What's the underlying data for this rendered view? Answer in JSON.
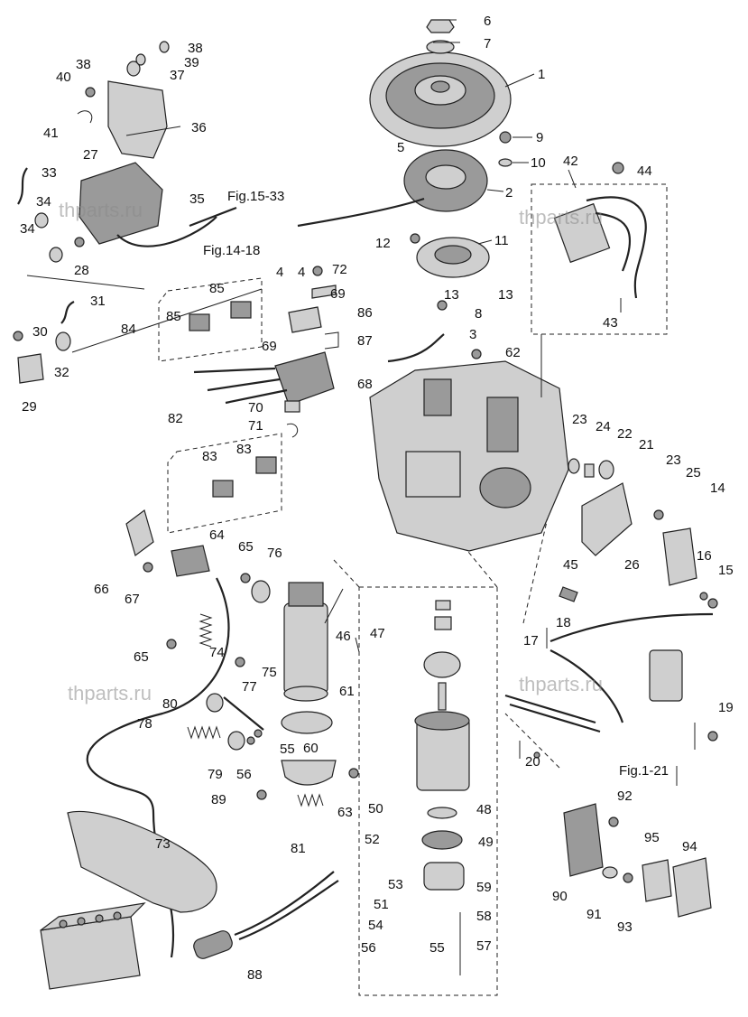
{
  "figure": {
    "callouts": [
      "1",
      "2",
      "3",
      "4",
      "4",
      "5",
      "6",
      "7",
      "8",
      "9",
      "10",
      "11",
      "12",
      "13",
      "13",
      "14",
      "15",
      "16",
      "17",
      "18",
      "19",
      "20",
      "21",
      "22",
      "23",
      "23",
      "24",
      "25",
      "26",
      "27",
      "28",
      "29",
      "30",
      "31",
      "32",
      "33",
      "34",
      "34",
      "35",
      "36",
      "37",
      "38",
      "38",
      "39",
      "40",
      "41",
      "42",
      "43",
      "44",
      "45",
      "46",
      "47",
      "48",
      "49",
      "50",
      "51",
      "52",
      "53",
      "54",
      "55",
      "55",
      "56",
      "56",
      "57",
      "58",
      "59",
      "60",
      "61",
      "62",
      "63",
      "64",
      "65",
      "65",
      "66",
      "67",
      "68",
      "69",
      "69",
      "70",
      "71",
      "72",
      "73",
      "74",
      "75",
      "76",
      "77",
      "78",
      "79",
      "80",
      "81",
      "82",
      "83",
      "83",
      "84",
      "85",
      "85",
      "86",
      "87",
      "88",
      "89",
      "90",
      "91",
      "92",
      "93",
      "94",
      "95"
    ],
    "references": [
      "Fig.15-33",
      "Fig.14-18",
      "Fig.1-21"
    ],
    "watermark": "thparts.ru"
  },
  "colors": {
    "ink": "#222222",
    "part_fill": "#cfcfcf",
    "part_dark": "#9a9a9a",
    "watermark": "#8a8a8a"
  }
}
